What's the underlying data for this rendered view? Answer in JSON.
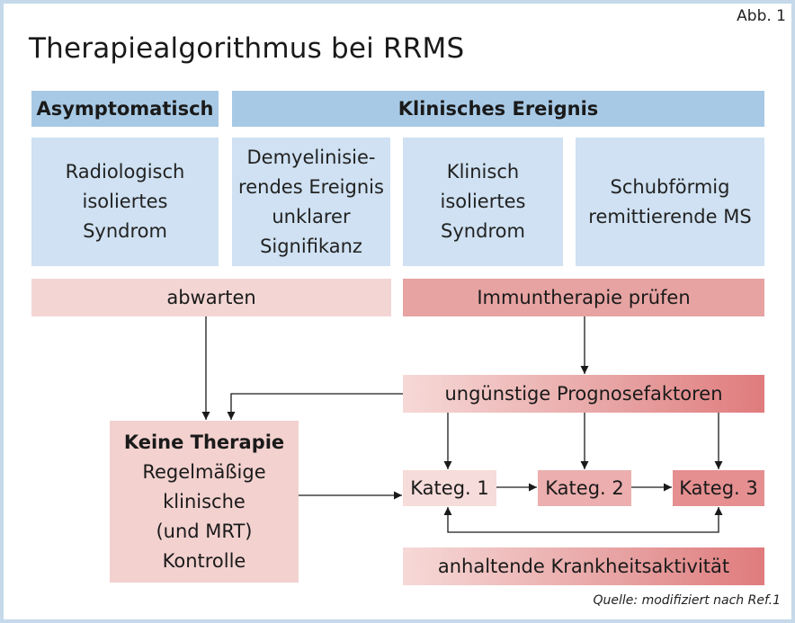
{
  "figure_label": "Abb. 1",
  "title": "Therapiealgorithmus bei RRMS",
  "headers": {
    "asymptomatic": "Asymptomatisch",
    "clinical_event": "Klinisches Ereignis"
  },
  "categories": {
    "ris": [
      "Radiologisch",
      "isoliertes",
      "Syndrom"
    ],
    "demyelinating": [
      "Demyelinisie-",
      "rendes Ereignis",
      "unklarer",
      "Signifikanz"
    ],
    "cis": [
      "Klinisch",
      "isoliertes",
      "Syndrom"
    ],
    "rrms": [
      "Schubförmig",
      "remittierende MS"
    ]
  },
  "actions": {
    "wait": "abwarten",
    "check_immunotherapy": "Immuntherapie prüfen",
    "unfavorable_factors": "ungünstige Prognosefaktoren",
    "persistent_activity": "anhaltende Krankheitsaktivität"
  },
  "therapy_box": {
    "heading": "Keine Therapie",
    "lines": [
      "Regelmäßige",
      "klinische",
      "(und MRT)",
      "Kontrolle"
    ]
  },
  "tiers": {
    "cat1": "Kateg. 1",
    "cat2": "Kateg. 2",
    "cat3": "Kateg. 3"
  },
  "source": "Quelle: modifiziert nach Ref.1",
  "colors": {
    "frame": "#c5d9ea",
    "header_blue": "#a7c9e5",
    "category_blue": "#cfe1f2",
    "pale_red": "#f3d6d4",
    "mid_red": "#e6a3a2",
    "strong_red": "#e07b7d"
  }
}
